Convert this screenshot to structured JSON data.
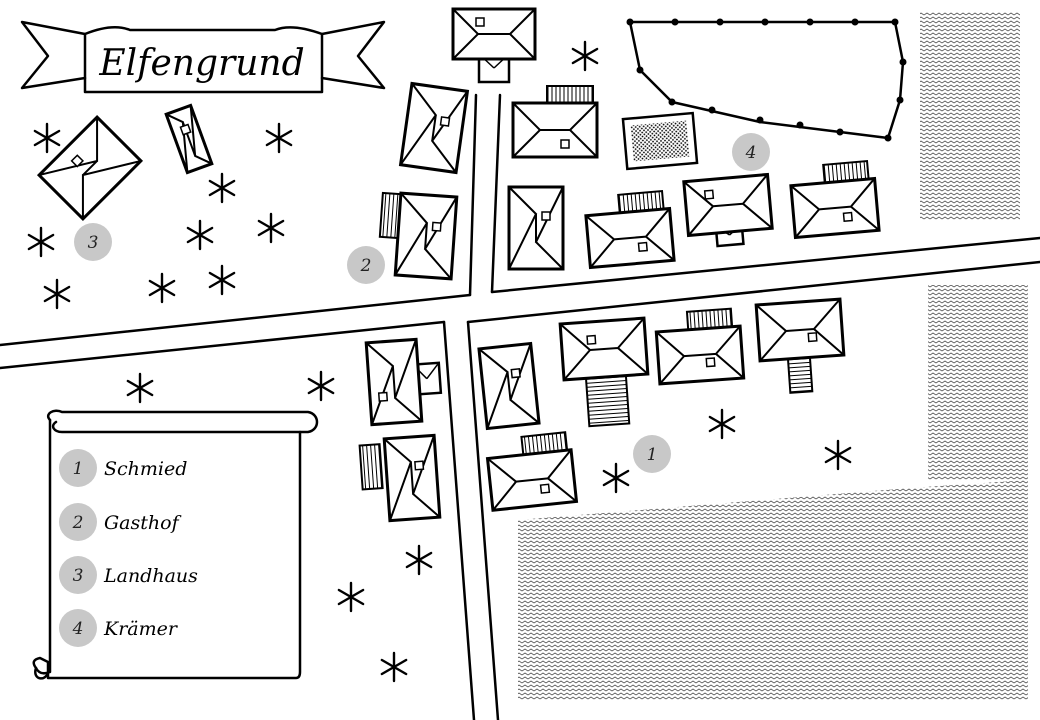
{
  "map": {
    "title": "Elfengrund",
    "marker_color": "#c8c8c8",
    "markers": [
      {
        "number": "1",
        "label": "Schmied"
      },
      {
        "number": "2",
        "label": "Gasthof"
      },
      {
        "number": "3",
        "label": "Landhaus"
      },
      {
        "number": "4",
        "label": "Krämer"
      }
    ]
  },
  "legend": {
    "items": [
      {
        "number": "1",
        "label": "Schmied"
      },
      {
        "number": "2",
        "label": "Gasthof"
      },
      {
        "number": "3",
        "label": "Landhaus"
      },
      {
        "number": "4",
        "label": "Krämer"
      }
    ]
  },
  "icons": {
    "tree": "tree-asterisk-icon",
    "field": "hatched-field-icon",
    "garden": "stippled-garden-icon",
    "fence": "fence-post-icon"
  }
}
